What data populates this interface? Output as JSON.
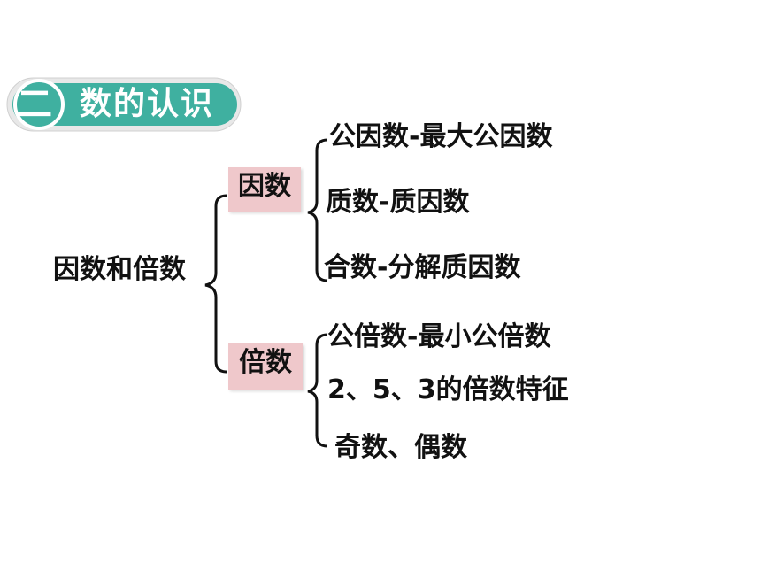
{
  "banner": {
    "number": "二",
    "title": "数的认识"
  },
  "root": "因数和倍数",
  "branches": [
    {
      "label": "因数",
      "children": [
        "公因数-最大公因数",
        "质数-质因数",
        "合数-分解质因数"
      ]
    },
    {
      "label": "倍数",
      "children": [
        "公倍数-最小公倍数",
        "2、5、3的倍数特征",
        "奇数、偶数"
      ]
    }
  ],
  "colors": {
    "banner_fill": "#3fb0a0",
    "banner_border": "#e6e6e6",
    "box_fill": "#efc8cb",
    "text": "#111111"
  }
}
